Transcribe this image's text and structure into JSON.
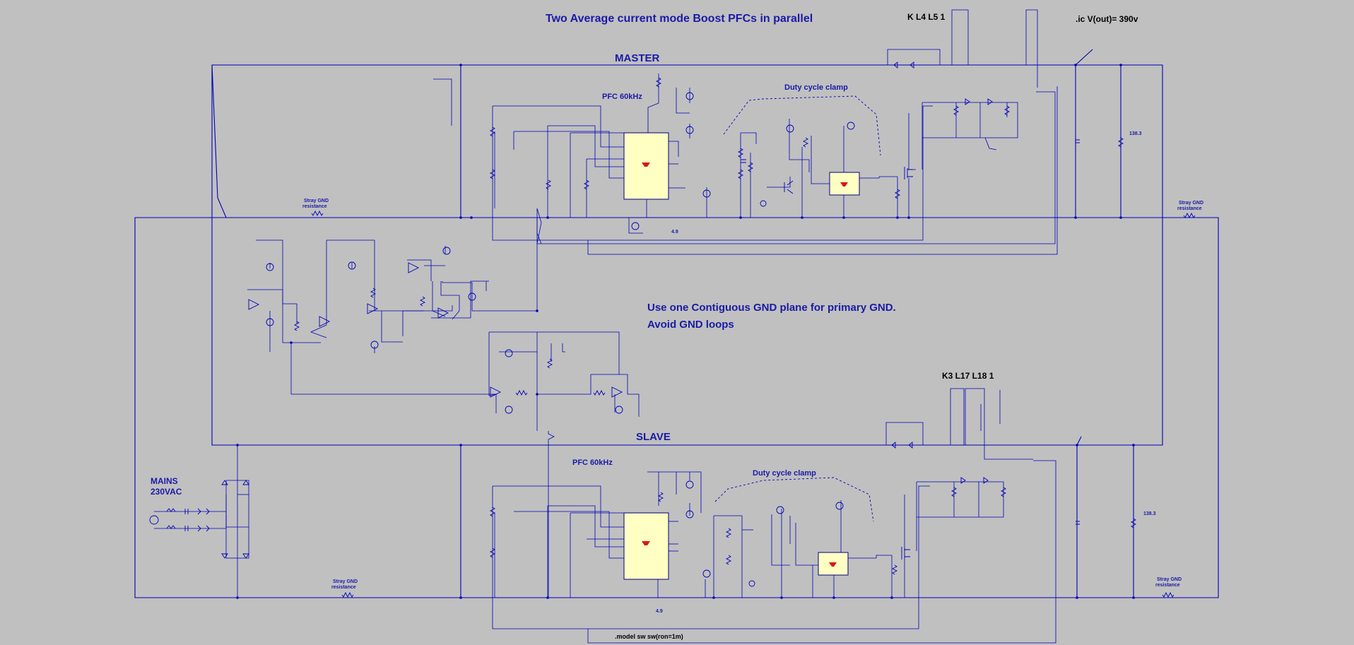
{
  "title": "Two Average current mode Boost PFCs in parallel",
  "ic_directive": ".ic V(out)= 390v",
  "model_directive": ".model sw sw(ron=1m)",
  "notes": {
    "gnd_line1": "Use one Contiguous GND plane for primary GND.",
    "gnd_line2": "Avoid GND loops"
  },
  "mains": {
    "line1": "MAINS",
    "line2": "230VAC"
  },
  "stray_gnd": {
    "line1": "Stray GND",
    "line2": "resistance"
  },
  "master": {
    "label": "MASTER",
    "pfc_label": "PFC 60kHz",
    "clamp_label": "Duty cycle clamp",
    "coupling": "K L4 L5 1",
    "load_value": "138.3",
    "ref_value": "4.9"
  },
  "slave": {
    "label": "SLAVE",
    "pfc_label": "PFC 60kHz",
    "clamp_label": "Duty cycle clamp",
    "coupling": "K3 L17 L18 1",
    "load_value": "138.3",
    "ref_value": "4.9"
  },
  "colors": {
    "background": "#c0c0c0",
    "wire": "#0000b8",
    "label": "#1a1aa8",
    "chip_fill": "#ffffc4",
    "logo": "#d81818"
  }
}
